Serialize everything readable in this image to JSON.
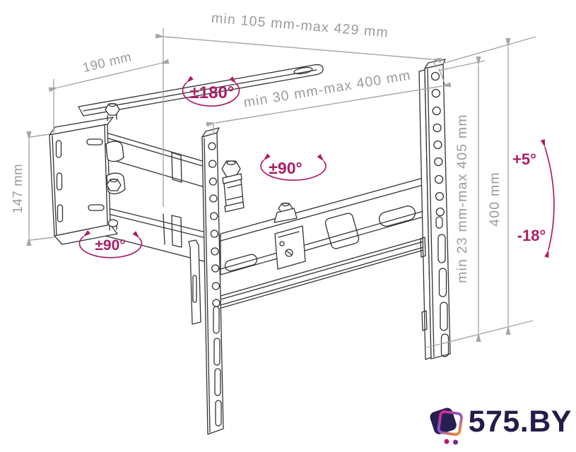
{
  "diagram_title": "TV wall mount bracket technical drawing",
  "dimensions": {
    "top_depth": "min 105 mm-max 429 mm",
    "wall_arm_length": "190 mm",
    "inner_depth": "min 30 mm-max 400 mm",
    "wall_plate_height": "147 mm",
    "rail_height_range": "min 23 mm-max 405 mm",
    "rail_height": "400 mm"
  },
  "angles": {
    "swivel_full": "±180°",
    "arm_rotation_upper": "±90°",
    "arm_rotation_lower": "±90°",
    "tilt_up": "+5°",
    "tilt_down": "-18°"
  },
  "logo": {
    "text": "575.BY"
  },
  "icons": {
    "logo_icon": "shopping-cart-logo-icon",
    "rotation_icon": "rotation-arrow-icon",
    "tilt_icon": "tilt-arrow-icon"
  },
  "colors": {
    "drawing_line": "#333333",
    "dimension_gray": "#9e9e9e",
    "accent_pink": "#ab1e67",
    "logo_navy": "#221d49",
    "logo_gradient": [
      "#e3257f",
      "#8b53d6",
      "#ff8a1e"
    ],
    "background": "#ffffff"
  }
}
